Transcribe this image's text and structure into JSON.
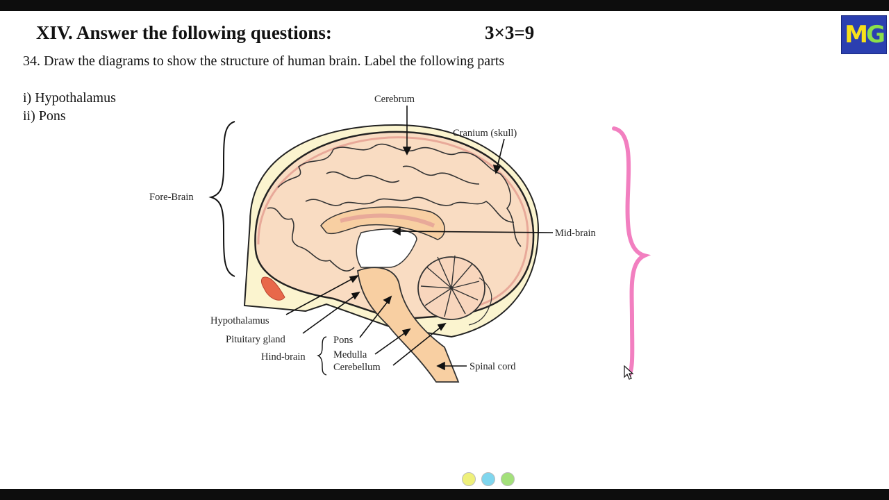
{
  "slide": {
    "heading": "XIV. Answer the following questions:",
    "marks": "3×3=9",
    "question": "34. Draw the diagrams to show the structure of human brain. Label the following parts",
    "parts": [
      "i) Hypothalamus",
      "ii) Pons"
    ],
    "logo": {
      "m": "M",
      "g": "G"
    }
  },
  "diagram": {
    "labels": {
      "cerebrum": "Cerebrum",
      "cranium": "Cranium (skull)",
      "fore_brain": "Fore-Brain",
      "mid_brain": "Mid-brain",
      "hypothalamus": "Hypothalamus",
      "pituitary": "Pituitary gland",
      "hind_brain": "Hind-brain",
      "pons": "Pons",
      "medulla": "Medulla",
      "cerebellum": "Cerebellum",
      "spinal_cord": "Spinal cord"
    }
  },
  "colors": {
    "brain_fill": "#f9dcc2",
    "skull_fill": "#fbf4cf",
    "stem_fill": "#f8cfa2",
    "inner_pink": "#f5c3b3",
    "annotation_brace": "#f27fc0",
    "logo_bg": "#2b3fb0",
    "dots": [
      "#eef07a",
      "#7fd6ee",
      "#a3e07a"
    ]
  }
}
